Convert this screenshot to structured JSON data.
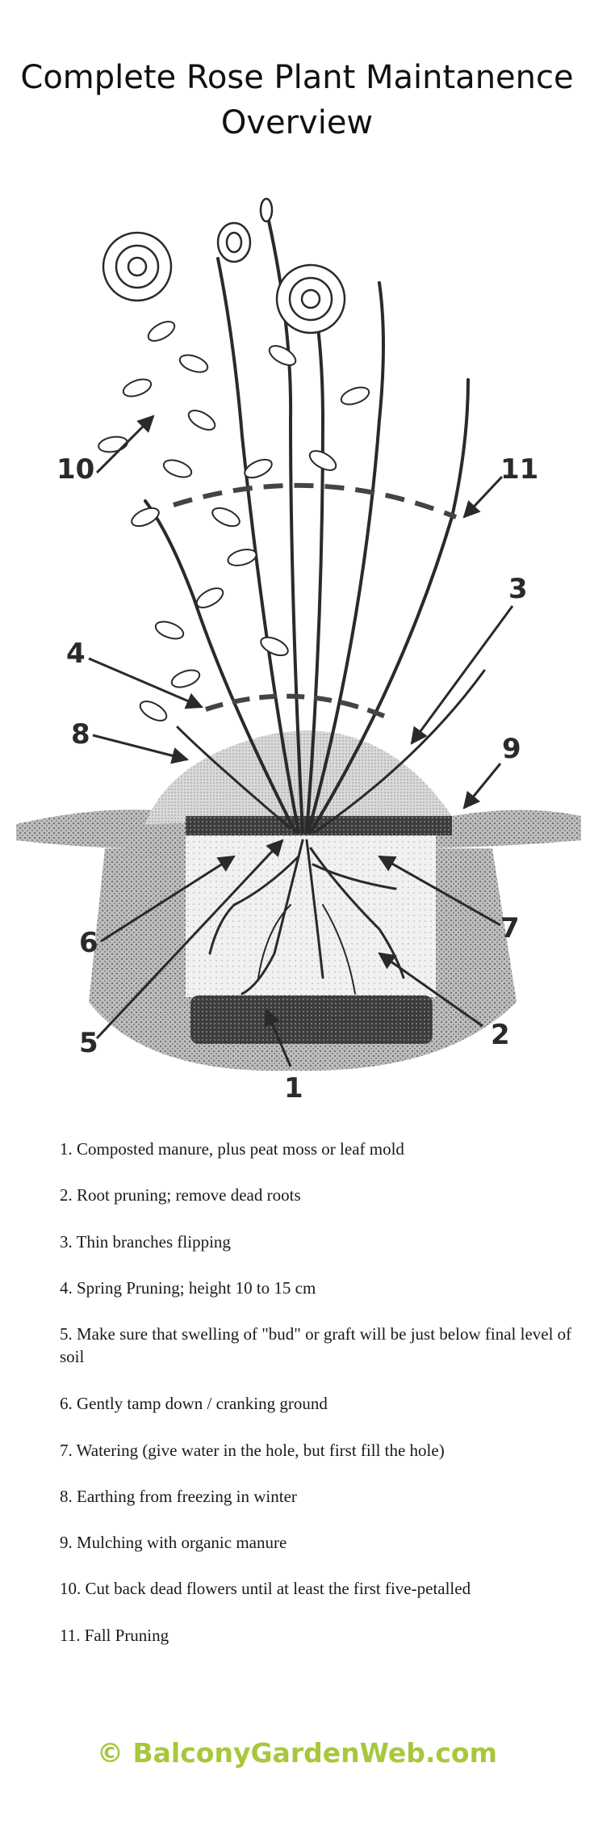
{
  "title_line1": "Complete Rose Plant Maintanence",
  "title_line2": "Overview",
  "callouts": [
    "1",
    "2",
    "3",
    "4",
    "5",
    "6",
    "7",
    "8",
    "9",
    "10",
    "11"
  ],
  "legend": [
    "1. Composted manure, plus peat moss or leaf mold",
    "2. Root pruning; remove dead roots",
    "3. Thin branches flipping",
    "4. Spring Pruning; height 10 to 15 cm",
    "5. Make sure that swelling of \"bud\" or graft will be just below final level of soil",
    "6. Gently tamp down / cranking ground",
    "7. Watering (give water in the hole, but first fill the hole)",
    "8. Earthing from freezing in winter",
    "9. Mulching with organic manure",
    "10. Cut back dead flowers until at least the first five-petalled",
    "11. Fall Pruning"
  ],
  "footer": "© BalconyGardenWeb.com",
  "colors": {
    "footer": "#a6c83c",
    "ink": "#2a2a2a"
  }
}
